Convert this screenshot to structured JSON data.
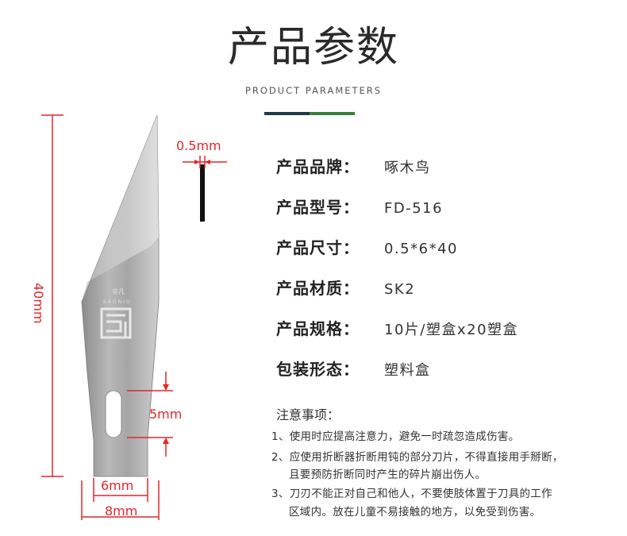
{
  "header": {
    "title": "产品参数",
    "subtitle": "PRODUCT PARAMETERS",
    "accent_colors": [
      "#1e3b46",
      "#3a7f3e"
    ]
  },
  "params": [
    {
      "label": "产品品牌：",
      "value": "啄木鸟"
    },
    {
      "label": "产品型号：",
      "value": "FD-516"
    },
    {
      "label": "产品尺寸：",
      "value": "0.5*6*40"
    },
    {
      "label": "产品材质：",
      "value": "SK2"
    },
    {
      "label": "产品规格：",
      "value": "10片/塑盒x20塑盒"
    },
    {
      "label": "包装形态：",
      "value": "塑料盒"
    }
  ],
  "notes": {
    "title": "注意事项：",
    "lines": [
      "1、使用时应提高注意力，避免一时疏忽造成伤害。",
      "2、应使用折断器折断用钝的部分刀片，不得直接用手掰断，",
      "且要预防折断同时产生的碎片崩出伤人。",
      "3、刀刃不能正对自己和他人，不要使肢体置于刀具的工作",
      "区域内。放在儿童不易接触的地方，以免受到伤害。"
    ]
  },
  "dimensions": {
    "thickness": "0.5mm",
    "length": "40mm",
    "slot": "5mm",
    "neck_width": "6mm",
    "body_width": "8mm",
    "color": "#e3262b"
  },
  "blade_logo": {
    "chinese": "非凡",
    "brand_text": "SAONIG"
  }
}
